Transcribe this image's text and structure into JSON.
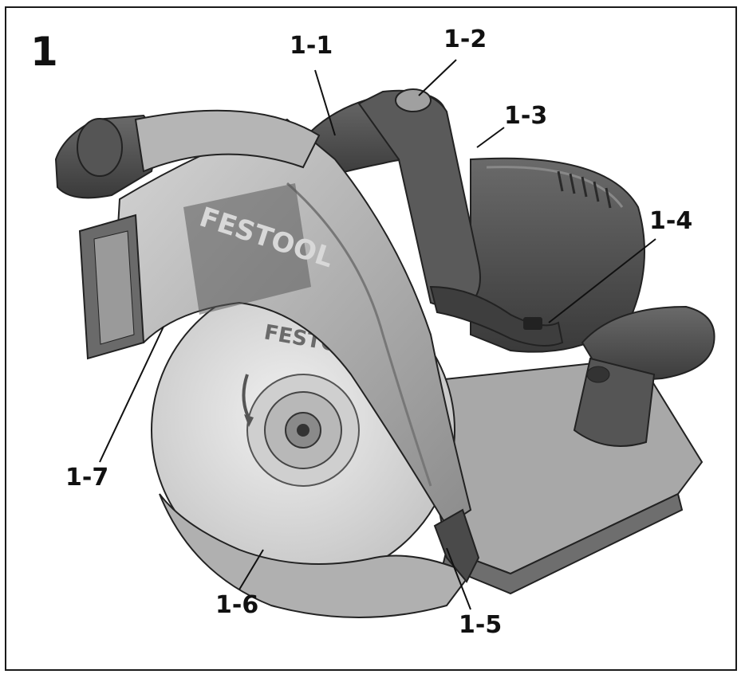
{
  "figure": {
    "number": "1",
    "brand_text": "FESTOOL",
    "blade_brand_text": "FESTOOL"
  },
  "callouts": [
    {
      "id": "1-1",
      "label": "1-1"
    },
    {
      "id": "1-2",
      "label": "1-2"
    },
    {
      "id": "1-3",
      "label": "1-3"
    },
    {
      "id": "1-4",
      "label": "1-4"
    },
    {
      "id": "1-5",
      "label": "1-5"
    },
    {
      "id": "1-6",
      "label": "1-6"
    },
    {
      "id": "1-7",
      "label": "1-7"
    }
  ],
  "colors": {
    "body_light": "#c9c9c9",
    "body_mid": "#9a9a9a",
    "body_dark": "#4a4a4a",
    "blade": "#dcdcdc",
    "outline": "#222222"
  }
}
